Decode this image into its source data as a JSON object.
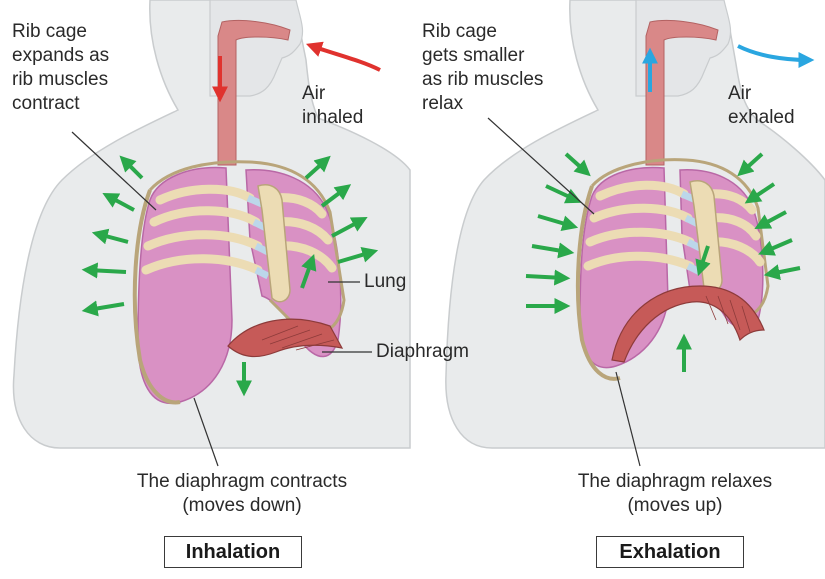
{
  "panels": [
    {
      "id": "inhalation",
      "title": "Inhalation",
      "rib_label": "Rib cage\nexpands as\nrib muscles\ncontract",
      "air_label": "Air\ninhaled",
      "diaphragm_caption": "The diaphragm contracts\n(moves down)",
      "air_arrow_color": "#e0322e",
      "muscle_arrow_color": "#2aa84a"
    },
    {
      "id": "exhalation",
      "title": "Exhalation",
      "rib_label": "Rib cage\ngets smaller\nas rib muscles\nrelax",
      "air_label": "Air\nexhaled",
      "diaphragm_caption": "The diaphragm relaxes\n(moves up)",
      "air_arrow_color": "#2aa6e0",
      "muscle_arrow_color": "#2aa84a"
    }
  ],
  "labels": {
    "lung": "Lung",
    "diaphragm": "Diaphragm"
  },
  "colors": {
    "skin": "#e9ebec",
    "skin_edge": "#c9ccce",
    "lung": "#d991c4",
    "lung_dark": "#b968a6",
    "rib": "#ecdcb4",
    "rib_edge": "#b9a57a",
    "cartilage": "#bcd7ea",
    "diaphragm": "#c65a58",
    "airway": "#d98888"
  }
}
